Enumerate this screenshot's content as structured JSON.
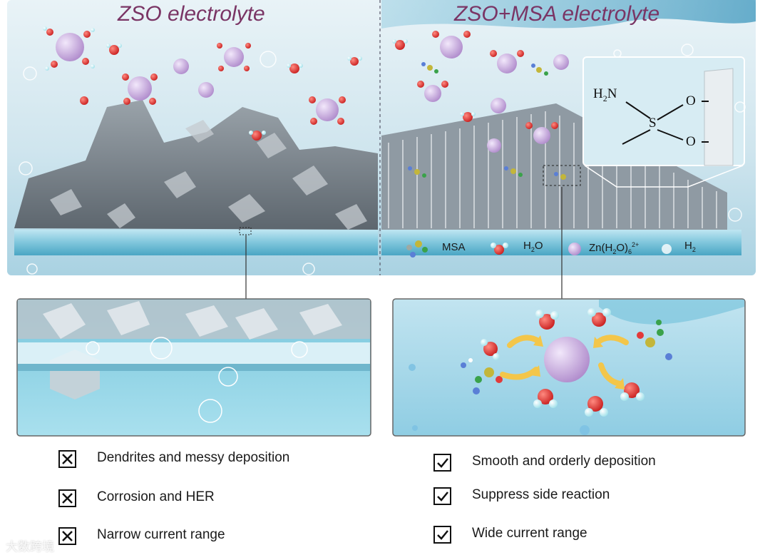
{
  "top_panel": {
    "left_title": "ZSO electrolyte",
    "right_title": "ZSO+MSA electrolyte"
  },
  "legend": {
    "msa": "MSA",
    "h2o": {
      "base": "H",
      "sub": "2",
      "tail": "O"
    },
    "zn_complex": {
      "base": "Zn(H",
      "sub1": "2",
      "mid": "O)",
      "sub2": "6",
      "sup": "2+"
    },
    "h2": {
      "base": "H",
      "sub": "2"
    }
  },
  "structure_inset": {
    "amine": {
      "base": "H",
      "sub": "2",
      "tail": "N"
    },
    "sulfur": "S",
    "oxygen_top": "O",
    "oxygen_bottom": "O"
  },
  "left_list": [
    {
      "mark": "cross",
      "text": "Dendrites and messy deposition"
    },
    {
      "mark": "cross",
      "text": "Corrosion and HER"
    },
    {
      "mark": "cross",
      "text": "Narrow current range"
    }
  ],
  "right_list": [
    {
      "mark": "check",
      "text": "Smooth and orderly deposition"
    },
    {
      "mark": "check",
      "text": "Suppress side reaction"
    },
    {
      "mark": "check",
      "text": "Wide current range"
    }
  ],
  "watermark": "大数跨境",
  "colors": {
    "title": "#7a3565",
    "zinc_ion": "#c9a6e0",
    "oxygen": "#e23a3a",
    "hydrogen": "#cfeff4",
    "water_bg": "#a8d6e6",
    "arrow": "#f3c64a"
  }
}
